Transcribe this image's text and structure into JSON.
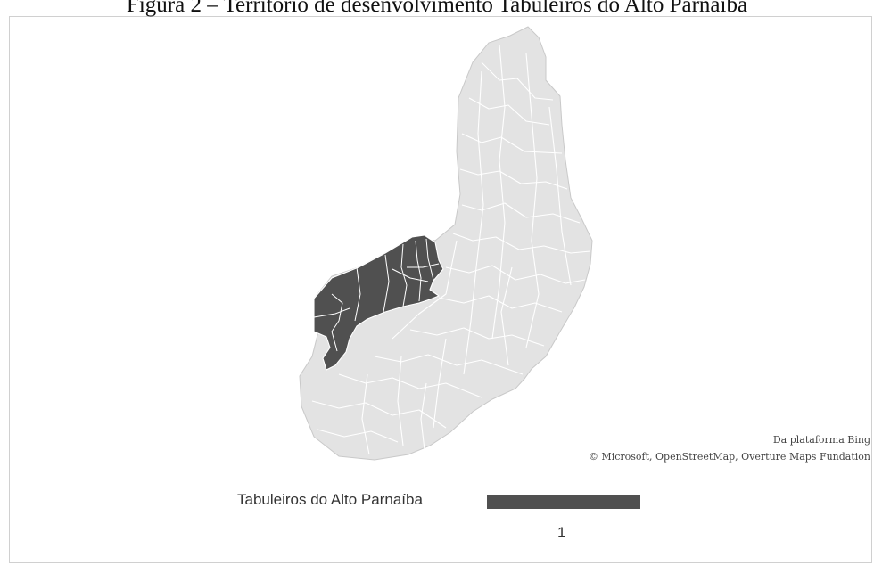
{
  "caption": "Figura 2 – Território de desenvolvimento Tabuleiros do Alto Parnaíba",
  "map": {
    "base_color": "#e3e3e3",
    "highlight_color": "#505050",
    "border_color": "#ffffff"
  },
  "attribution": {
    "line1": "Da plataforma Bing",
    "line2": "© Microsoft, OpenStreetMap, Overture Maps Fundation"
  },
  "legend": {
    "label": "Tabuleiros do Alto Parnaíba",
    "value": "1",
    "color": "#505050"
  }
}
